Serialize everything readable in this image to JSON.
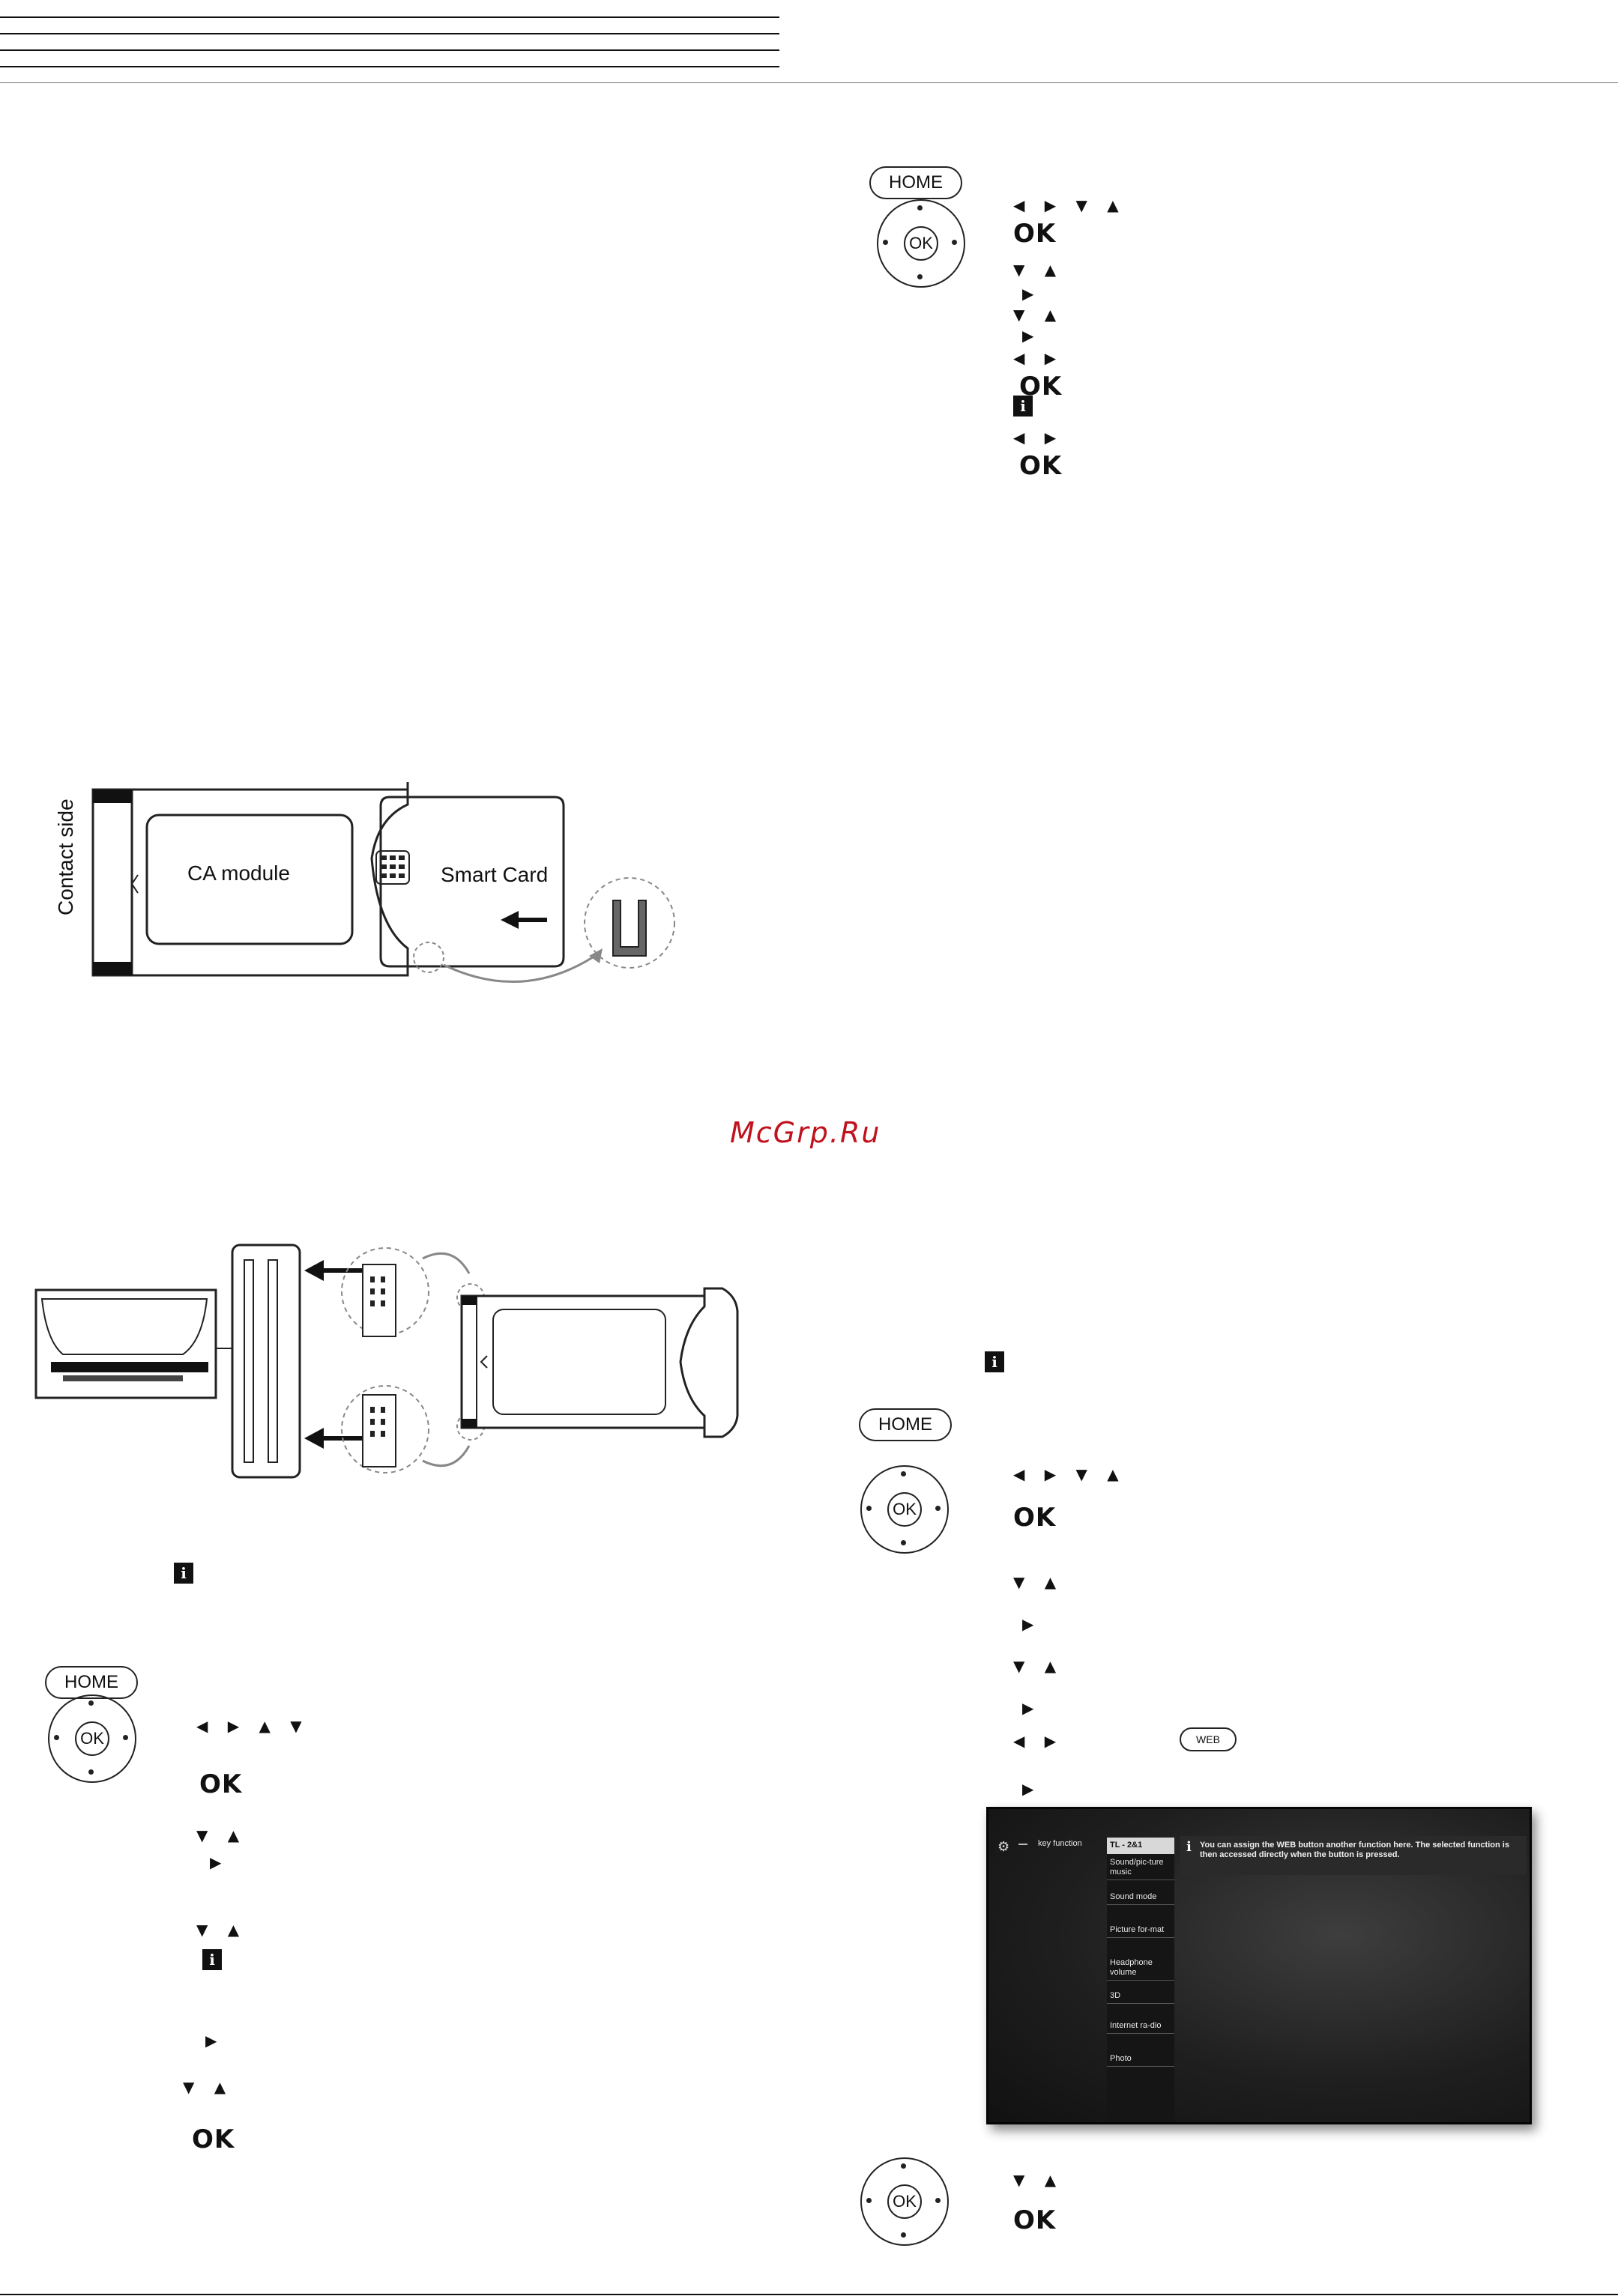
{
  "watermark": "McGrp.Ru",
  "buttons": {
    "home": "HOME",
    "ok_wheel": "OK",
    "ok": "OK",
    "web": "WEB",
    "info": "i"
  },
  "arrows": {
    "lrdu": "◀ ▶ ▼ ▲",
    "lrud": "◀ ▶ ▲ ▼",
    "du": "▼ ▲",
    "r": "▶",
    "lr": "◀ ▶"
  },
  "figure_ca": {
    "contact_side": "Contact side",
    "ca_module": "CA module",
    "smart_card": "Smart Card"
  },
  "tv_screen": {
    "header_label": "key function",
    "header_selected": "TL - 2&1",
    "info_text": "You can assign the WEB button another function here. The selected function is then accessed directly when the button is pressed.",
    "menu": [
      "Sound/pic-ture music",
      "Sound mode",
      "Picture for-mat",
      "Headphone volume",
      "3D",
      "Internet ra-dio",
      "Photo"
    ]
  },
  "colors": {
    "watermark": "#c0121d",
    "text": "#111111",
    "screen_bg": "#1f1f1f"
  }
}
